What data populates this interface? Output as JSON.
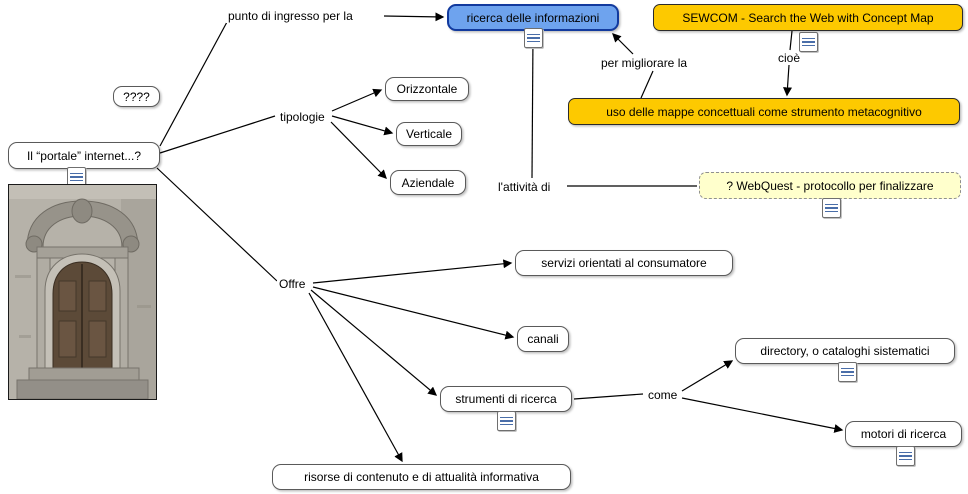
{
  "app": {
    "type": "concept-map",
    "background": "#ffffff"
  },
  "colors": {
    "concept_blue_fill": "#6ea3ee",
    "concept_blue_border": "#123a9e",
    "gold_fill": "#fdc900",
    "pale_yellow_fill": "#ffffcc",
    "node_fill": "#ffffff",
    "node_border": "#5a5a5a",
    "edge_color": "#000000"
  },
  "nodes": {
    "ricerca": {
      "label": "ricerca delle informazioni"
    },
    "sewcom": {
      "label": "SEWCOM - Search the Web with Concept Map"
    },
    "question": {
      "label": "????"
    },
    "portale": {
      "label": "Il “portale” internet...?"
    },
    "orizzontale": {
      "label": "Orizzontale"
    },
    "verticale": {
      "label": "Verticale"
    },
    "aziendale": {
      "label": "Aziendale"
    },
    "uso_mappe": {
      "label": "uso delle mappe concettuali come strumento metacognitivo"
    },
    "webquest": {
      "label": "? WebQuest - protocollo per finalizzare"
    },
    "servizi": {
      "label": "servizi orientati al consumatore"
    },
    "canali": {
      "label": "canali"
    },
    "strumenti": {
      "label": "strumenti di ricerca"
    },
    "directory": {
      "label": "directory, o cataloghi sistematici"
    },
    "motori": {
      "label": "motori di ricerca"
    },
    "risorse": {
      "label": "risorse di contenuto e di attualità informativa"
    }
  },
  "linking_phrases": {
    "punto": "punto di ingresso per la",
    "tipologie": "tipologie",
    "migliorare": "per migliorare la",
    "cioe": "cioè",
    "attivita": "l'attività di",
    "offre": "Offre",
    "come": "come"
  },
  "icons": {
    "resource_link": "resource-link-icon"
  },
  "image": {
    "description": "photograph of an ancient carved stone portal with wooden door"
  }
}
